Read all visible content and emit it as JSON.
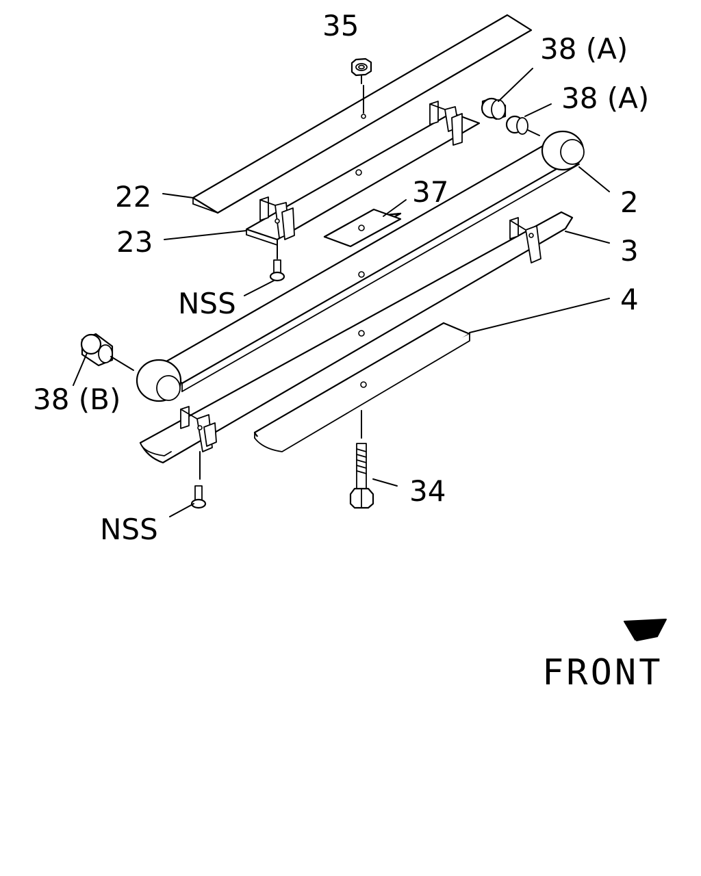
{
  "callouts": {
    "nut": "35",
    "bushing_a_upper": "38 (A)",
    "bushing_a_lower": "38 (A)",
    "leaf_top": "22",
    "bracket_leaf": "23",
    "pad": "37",
    "main_leaf": "2",
    "leaf_3": "3",
    "leaf_4": "4",
    "nss_upper": "NSS",
    "bushing_b": "38 (B)",
    "nss_lower": "NSS",
    "center_bolt": "34"
  },
  "direction_label": "FRONT"
}
